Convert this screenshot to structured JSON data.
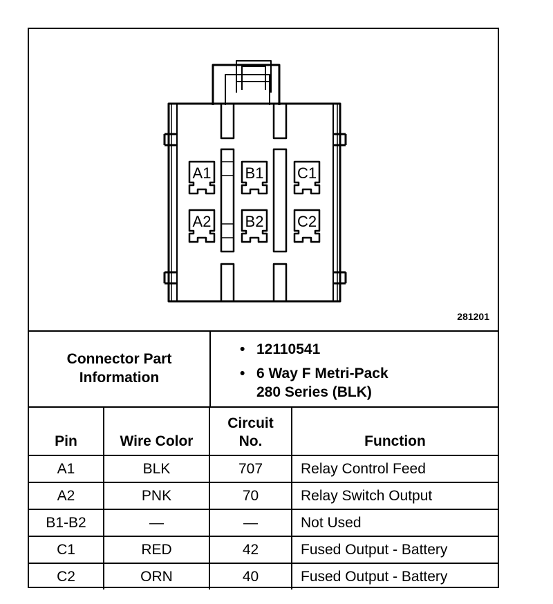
{
  "diagram": {
    "figure_number": "281201",
    "cavities": [
      {
        "label": "A1"
      },
      {
        "label": "B1"
      },
      {
        "label": "C1"
      },
      {
        "label": "A2"
      },
      {
        "label": "B2"
      },
      {
        "label": "C2"
      }
    ]
  },
  "connector_info": {
    "label_line1": "Connector Part",
    "label_line2": "Information",
    "items": [
      "12110541",
      "6 Way F Metri-Pack",
      "280 Series (BLK)"
    ]
  },
  "table": {
    "headers": {
      "pin": "Pin",
      "wire_color": "Wire Color",
      "circuit_line1": "Circuit",
      "circuit_line2": "No.",
      "function": "Function"
    },
    "rows": [
      {
        "pin": "A1",
        "color": "BLK",
        "circuit": "707",
        "function": "Relay Control Feed"
      },
      {
        "pin": "A2",
        "color": "PNK",
        "circuit": "70",
        "function": "Relay Switch Output"
      },
      {
        "pin": "B1-B2",
        "color": "—",
        "circuit": "—",
        "function": "Not Used"
      },
      {
        "pin": "C1",
        "color": "RED",
        "circuit": "42",
        "function": "Fused Output - Battery"
      },
      {
        "pin": "C2",
        "color": "ORN",
        "circuit": "40",
        "function": "Fused Output - Battery"
      }
    ]
  }
}
